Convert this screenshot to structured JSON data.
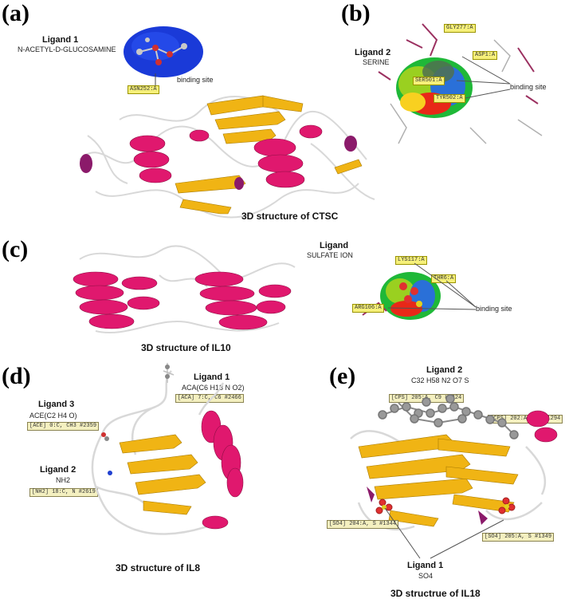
{
  "panels": {
    "a": {
      "label": "(a)",
      "ligand_title": "Ligand 1",
      "ligand_name": "N-ACETYL-D-GLUCOSAMINE",
      "residue_tag": "ASN252:A",
      "binding_site": "binding site",
      "caption": "3D structure of CTSC"
    },
    "b": {
      "label": "(b)",
      "ligand_title": "Ligand 2",
      "ligand_name": "SERINE",
      "tags": [
        "GLY277:A",
        "ASP1:A",
        "SER501:A",
        "TYR502:A"
      ],
      "binding_site": "binding site"
    },
    "c": {
      "label": "(c)",
      "ligand_title": "Ligand",
      "ligand_name": "SULFATE ION",
      "tags": [
        "LYS117:A",
        "THR6:A",
        "ARG106:A"
      ],
      "binding_site": "binding site",
      "caption": "3D structure of IL10"
    },
    "d": {
      "label": "(d)",
      "ligand1_title": "Ligand 1",
      "ligand1_name": "ACA(C6 H13 N O2)",
      "ligand1_tag": "[ACA] 7:C, C6 #2466",
      "ligand3_title": "Ligand 3",
      "ligand3_name": "ACE(C2 H4 O)",
      "ligand3_tag": "[ACE] 0:C, CH3 #2359",
      "ligand2_title": "Ligand 2",
      "ligand2_name": "NH2",
      "ligand2_tag": "[NH2] 18:C, N #2619",
      "caption": "3D structure of IL8"
    },
    "e": {
      "label": "(e)",
      "ligand2_title": "Ligand 2",
      "ligand2_name": "C32 H58 N2 O7 S",
      "tag_cps1": "[CPS] 205:A, C9 #1324",
      "tag_cps2": "[CPS] 202:A, C9 #1294",
      "tag_so4a": "[SO4] 204:A, S #1344",
      "tag_so4b": "[SO4] 205:A, S #1349",
      "ligand1_title": "Ligand 1",
      "ligand1_name": "SO4",
      "caption": "3D structrue of IL18"
    }
  },
  "colors": {
    "helix": "#e0186e",
    "sheet": "#f0b414",
    "coil": "#d8d8d8",
    "turn": "#8b1a6a",
    "tag_bg": "#f6f07a"
  }
}
